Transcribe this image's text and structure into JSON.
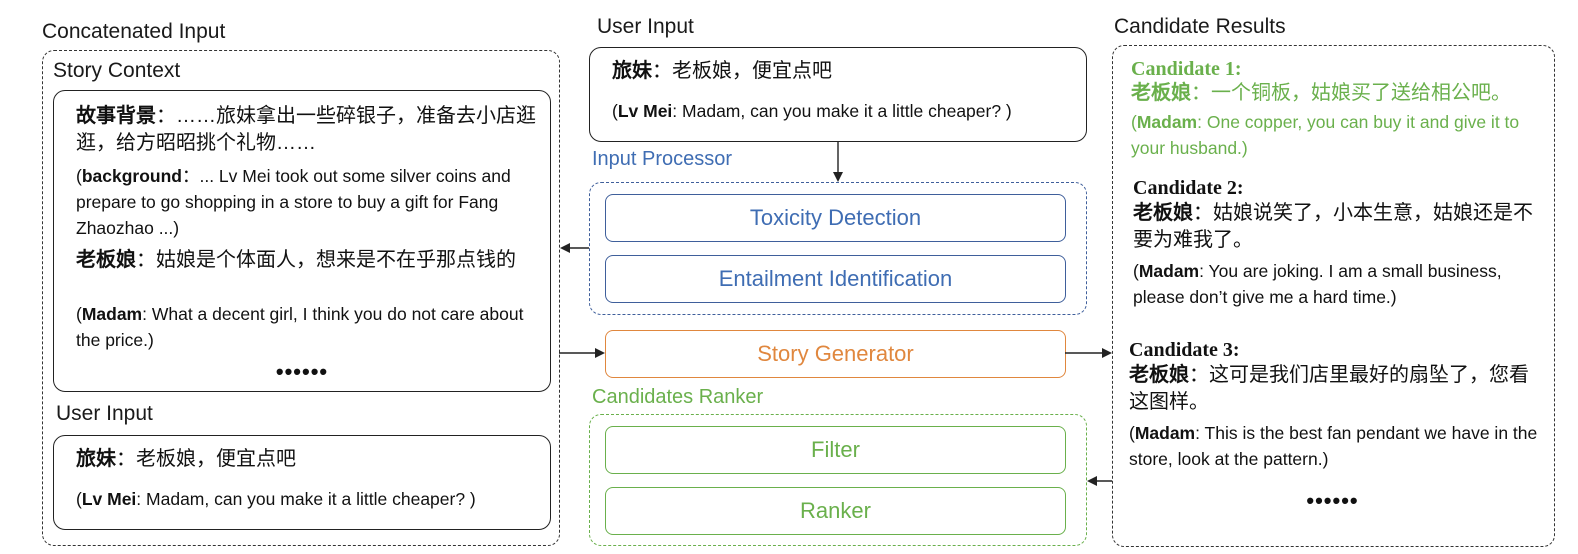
{
  "colors": {
    "processor_blue": "#3f6db3",
    "generator_orange": "#e0873e",
    "ranker_green": "#6ab04c",
    "candidate1_green": "#6ab04c"
  },
  "concatenated_input": {
    "title": "Concatenated Input",
    "story_context_title": "Story Context",
    "bg_zh_label": "故事背景",
    "bg_zh_text": "：……旅妹拿出一些碎银子，准备去小店逛逛，给方昭昭挑个礼物……",
    "bg_en_prefix": "(",
    "bg_en_label": "background",
    "bg_en_text": "：... Lv Mei took out some silver coins and prepare to go shopping in a store to buy a gift for Fang Zhaozhao ...)",
    "madam_zh_label": "老板娘",
    "madam_zh_text": "：姑娘是个体面人，想来是不在乎那点钱的",
    "madam_en_prefix": "(",
    "madam_en_label": "Madam",
    "madam_en_text": ": What a decent girl, I think you do not care about the price.)",
    "ellipsis": "••••••",
    "user_input_title": "User Input",
    "user_zh_label": "旅妹",
    "user_zh_text": "：老板娘，便宜点吧",
    "user_en_prefix": "(",
    "user_en_label": "Lv Mei",
    "user_en_text": ": Madam, can you make it a little cheaper? )"
  },
  "user_input": {
    "title": "User Input",
    "zh_label": "旅妹",
    "zh_text": "：老板娘，便宜点吧",
    "en_prefix": "(",
    "en_label": "Lv Mei",
    "en_text": ": Madam, can you make it a little cheaper? )"
  },
  "input_processor": {
    "title": "Input Processor",
    "items": [
      "Toxicity Detection",
      "Entailment Identification"
    ]
  },
  "story_generator": {
    "label": "Story Generator"
  },
  "candidates_ranker": {
    "title": "Candidates Ranker",
    "items": [
      "Filter",
      "Ranker"
    ]
  },
  "candidate_results": {
    "title": "Candidate Results",
    "c1_title": "Candidate 1:",
    "c1_zh_label": "老板娘",
    "c1_zh_text": "：一个铜板，姑娘买了送给相公吧。",
    "c1_en_prefix": "(",
    "c1_en_label": "Madam",
    "c1_en_text": ": One copper, you can buy it and give it to your husband.)",
    "c2_title": "Candidate 2:",
    "c2_zh_label": "老板娘",
    "c2_zh_text": "：姑娘说笑了，小本生意，姑娘还是不要为难我了。",
    "c2_en_prefix": "(",
    "c2_en_label": "Madam",
    "c2_en_text": ": You are joking. I am a small business, please don’t give me a hard time.)",
    "c3_title": "Candidate 3:",
    "c3_zh_label": "老板娘",
    "c3_zh_text": "：这可是我们店里最好的扇坠了，您看这图样。",
    "c3_en_prefix": "(",
    "c3_en_label": "Madam",
    "c3_en_text": ": This is the best fan pendant we have in the store, look at the pattern.)",
    "ellipsis": "••••••"
  }
}
